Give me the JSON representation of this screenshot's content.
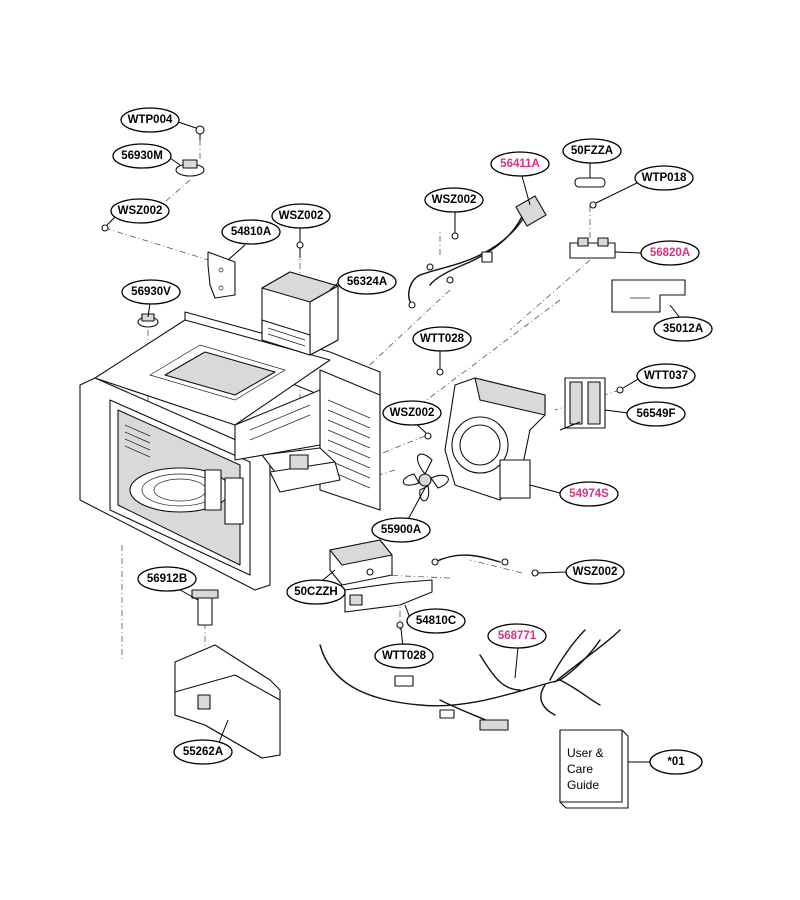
{
  "colors": {
    "highlight": "#d63384",
    "ink": "#000000",
    "paper": "#ffffff"
  },
  "labels": [
    {
      "id": "wtp004-top",
      "text": "WTP004",
      "highlight": false
    },
    {
      "id": "56930m",
      "text": "56930M",
      "highlight": false
    },
    {
      "id": "wsz002-a",
      "text": "WSZ002",
      "highlight": false
    },
    {
      "id": "54810a",
      "text": "54810A",
      "highlight": false
    },
    {
      "id": "wsz002-b",
      "text": "WSZ002",
      "highlight": false
    },
    {
      "id": "56324a",
      "text": "56324A",
      "highlight": false
    },
    {
      "id": "56930v",
      "text": "56930V",
      "highlight": false
    },
    {
      "id": "wsz002-c",
      "text": "WSZ002",
      "highlight": false
    },
    {
      "id": "56411a",
      "text": "56411A",
      "highlight": true
    },
    {
      "id": "50fzza",
      "text": "50FZZA",
      "highlight": false
    },
    {
      "id": "wtp018",
      "text": "WTP018",
      "highlight": false
    },
    {
      "id": "56820a",
      "text": "56820A",
      "highlight": true
    },
    {
      "id": "35012a",
      "text": "35012A",
      "highlight": false
    },
    {
      "id": "wtt028-a",
      "text": "WTT028",
      "highlight": false
    },
    {
      "id": "wtt037",
      "text": "WTT037",
      "highlight": false
    },
    {
      "id": "56549f",
      "text": "56549F",
      "highlight": false
    },
    {
      "id": "wsz002-d",
      "text": "WSZ002",
      "highlight": false
    },
    {
      "id": "54974s",
      "text": "54974S",
      "highlight": true
    },
    {
      "id": "55900a",
      "text": "55900A",
      "highlight": false
    },
    {
      "id": "56912b",
      "text": "56912B",
      "highlight": false
    },
    {
      "id": "50czzh",
      "text": "50CZZH",
      "highlight": false
    },
    {
      "id": "wsz002-e",
      "text": "WSZ002",
      "highlight": false
    },
    {
      "id": "54810c",
      "text": "54810C",
      "highlight": false
    },
    {
      "id": "wtt028-b",
      "text": "WTT028",
      "highlight": false
    },
    {
      "id": "568771",
      "text": "568771",
      "highlight": true
    },
    {
      "id": "55262a",
      "text": "55262A",
      "highlight": false
    },
    {
      "id": "star01",
      "text": "*01",
      "highlight": false
    }
  ],
  "guide": {
    "line1": "User &",
    "line2": "Care",
    "line3": "Guide"
  }
}
